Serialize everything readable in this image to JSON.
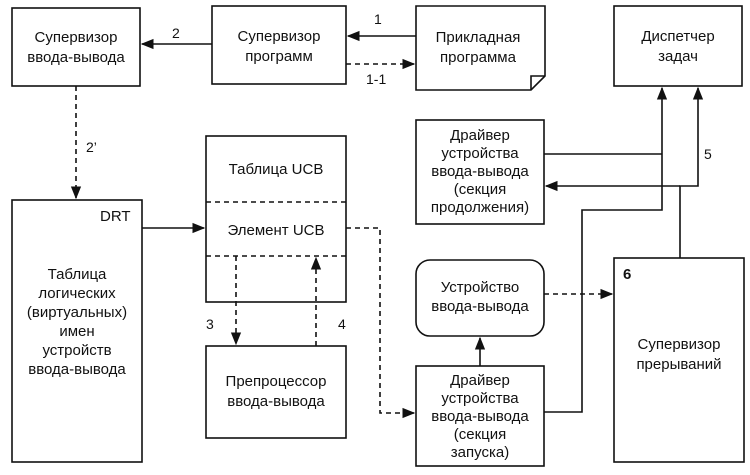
{
  "boxes": {
    "io_supervisor": [
      "Супервизор",
      "ввода-вывода"
    ],
    "program_supervisor": [
      "Супервизор",
      "программ"
    ],
    "application": [
      "Прикладная",
      "программа"
    ],
    "task_dispatcher": [
      "Диспетчер",
      "задач"
    ],
    "driver_continuation": [
      "Драйвер",
      "устройства",
      "ввода-вывода",
      "(секция",
      "продолжения)"
    ],
    "ucb_table": "Таблица UCB",
    "ucb_element": "Элемент UCB",
    "drt_label": "DRT",
    "logical_names_table": [
      "Таблица",
      "логических",
      "(виртуальных)",
      "имен",
      "устройств",
      "ввода-вывода"
    ],
    "io_device": [
      "Устройство",
      "ввода-вывода"
    ],
    "interrupt_supervisor_num": "6",
    "interrupt_supervisor": [
      "Супервизор",
      "прерываний"
    ],
    "io_preprocessor": [
      "Препроцессор",
      "ввода-вывода"
    ],
    "driver_start": [
      "Драйвер",
      "устройства",
      "ввода-вывода",
      "(секция",
      "запуска)"
    ]
  },
  "flow_labels": {
    "f1": "1",
    "f1_1": "1-1",
    "f2": "2",
    "f2p": "2’",
    "f3": "3",
    "f4": "4",
    "f5": "5"
  }
}
